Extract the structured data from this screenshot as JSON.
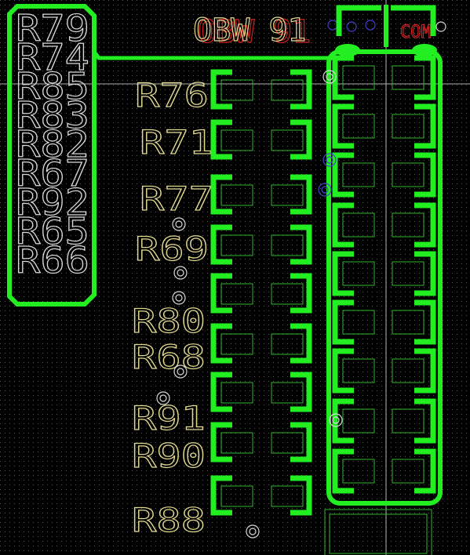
{
  "colors": {
    "background": "#000000",
    "grid_dot": "#5a5a5a",
    "copper": "#22ee22",
    "pad_outline": "#2fb82f",
    "silk_text": "#e0d890",
    "silk_text_left": "#d8d8d8",
    "red_text": "#cc2222",
    "via": "#d8d8d8",
    "via_blue": "#4444cc",
    "crosshair": "#b0b0b0"
  },
  "left_list": {
    "labels": [
      "R79",
      "R74",
      "R85",
      "R83",
      "R82",
      "R67",
      "R92",
      "R65",
      "R66"
    ]
  },
  "top_label": {
    "text": "OBW 91",
    "overlay": "COM"
  },
  "components": [
    {
      "label": "R76"
    },
    {
      "label": "R71"
    },
    {
      "label": "R77"
    },
    {
      "label": "R69"
    },
    {
      "label": "R80"
    },
    {
      "label": "R68"
    },
    {
      "label": "R91"
    },
    {
      "label": "R90"
    },
    {
      "label": "R88"
    }
  ],
  "icons": {
    "via": "via-ring-icon",
    "pad": "smd-pad-icon"
  }
}
